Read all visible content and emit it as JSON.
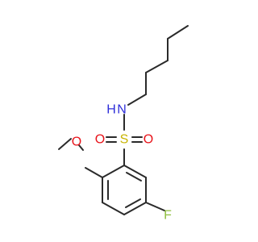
{
  "molecule": {
    "atoms": {
      "nitrogen": {
        "symbol": "N",
        "color": "#2e2ed9"
      },
      "hydrogen": {
        "symbol": "H",
        "color": "#2e2ed9"
      },
      "sulfur": {
        "symbol": "S",
        "color": "#c8b400"
      },
      "oxygen_left": {
        "symbol": "O",
        "color": "#e8131a"
      },
      "oxygen_right": {
        "symbol": "O",
        "color": "#e8131a"
      },
      "oxygen_methoxy": {
        "symbol": "O",
        "color": "#e8131a"
      },
      "fluorine": {
        "symbol": "F",
        "color": "#8fbf3f"
      }
    },
    "bond_color": "#2a2a2a"
  }
}
